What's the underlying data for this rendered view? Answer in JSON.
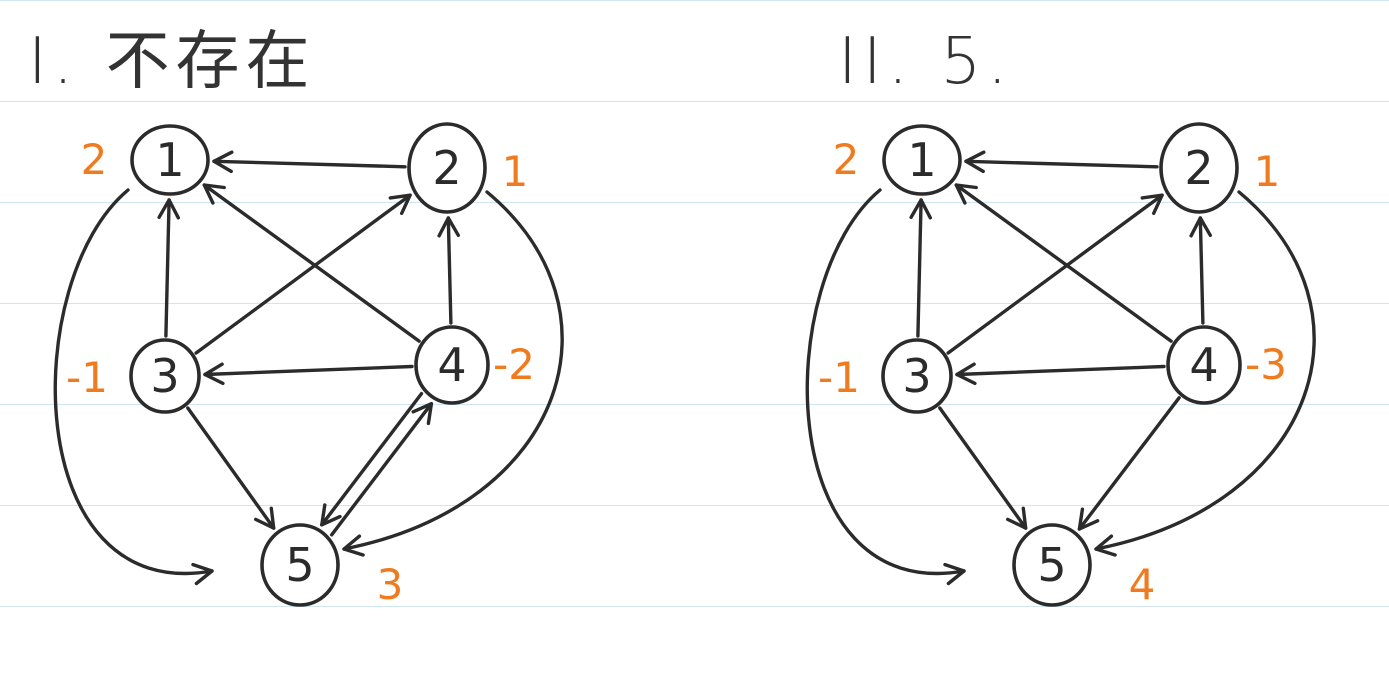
{
  "colors": {
    "ink": "#2b2b2b",
    "annotation": "#f07a1e",
    "rule": "#cfe6f2"
  },
  "graphs": [
    {
      "title": "I. 不存在",
      "nodes": [
        {
          "id": "1",
          "weight": "2"
        },
        {
          "id": "2",
          "weight": "1"
        },
        {
          "id": "3",
          "weight": "-1"
        },
        {
          "id": "4",
          "weight": "-2"
        },
        {
          "id": "5",
          "weight": "3"
        }
      ],
      "edges": [
        {
          "from": "2",
          "to": "1"
        },
        {
          "from": "3",
          "to": "1"
        },
        {
          "from": "4",
          "to": "1"
        },
        {
          "from": "3",
          "to": "2"
        },
        {
          "from": "4",
          "to": "2"
        },
        {
          "from": "4",
          "to": "3"
        },
        {
          "from": "3",
          "to": "5"
        },
        {
          "from": "4",
          "to": "5"
        },
        {
          "from": "5",
          "to": "4"
        },
        {
          "from": "1",
          "to": "5"
        },
        {
          "from": "2",
          "to": "5"
        }
      ]
    },
    {
      "title": "II. 5.",
      "nodes": [
        {
          "id": "1",
          "weight": "2"
        },
        {
          "id": "2",
          "weight": "1"
        },
        {
          "id": "3",
          "weight": "-1"
        },
        {
          "id": "4",
          "weight": "-3"
        },
        {
          "id": "5",
          "weight": "4"
        }
      ],
      "edges": [
        {
          "from": "2",
          "to": "1"
        },
        {
          "from": "3",
          "to": "1"
        },
        {
          "from": "4",
          "to": "1"
        },
        {
          "from": "3",
          "to": "2"
        },
        {
          "from": "4",
          "to": "2"
        },
        {
          "from": "4",
          "to": "3"
        },
        {
          "from": "3",
          "to": "5"
        },
        {
          "from": "4",
          "to": "5"
        },
        {
          "from": "1",
          "to": "5"
        },
        {
          "from": "2",
          "to": "5"
        }
      ]
    }
  ]
}
